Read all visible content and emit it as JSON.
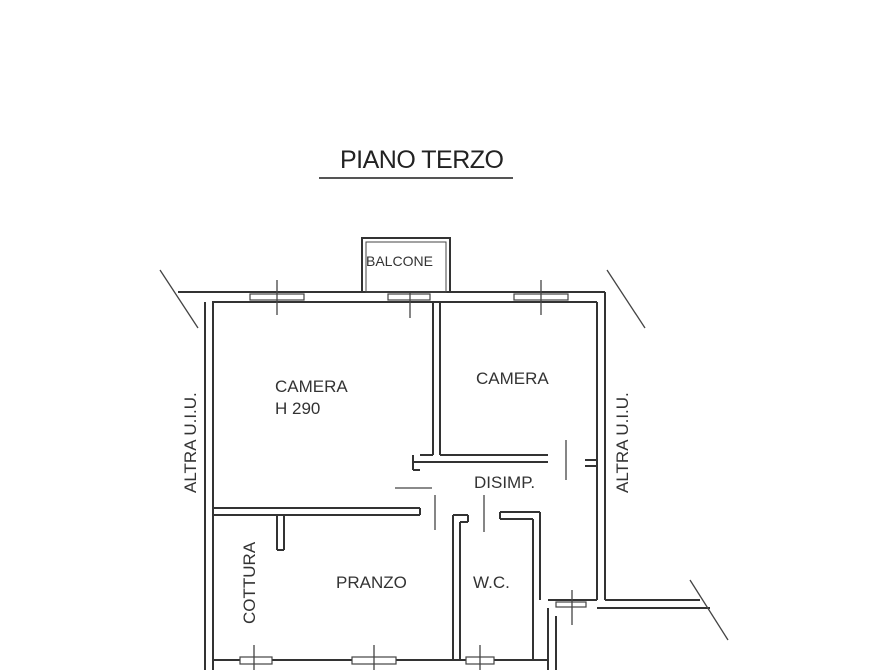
{
  "title": "PIANO TERZO",
  "rooms": {
    "camera_left": {
      "name": "CAMERA",
      "height": "H 290"
    },
    "camera_right": {
      "name": "CAMERA"
    },
    "disimpegno": {
      "name": "DISIMP."
    },
    "cottura": {
      "name": "COTTURA"
    },
    "pranzo": {
      "name": "PRANZO"
    },
    "wc": {
      "name": "W.C."
    },
    "balcone": {
      "name": "BALCONE"
    }
  },
  "neighbors": {
    "left": "ALTRA U.I.U.",
    "right": "ALTRA U.I.U."
  }
}
